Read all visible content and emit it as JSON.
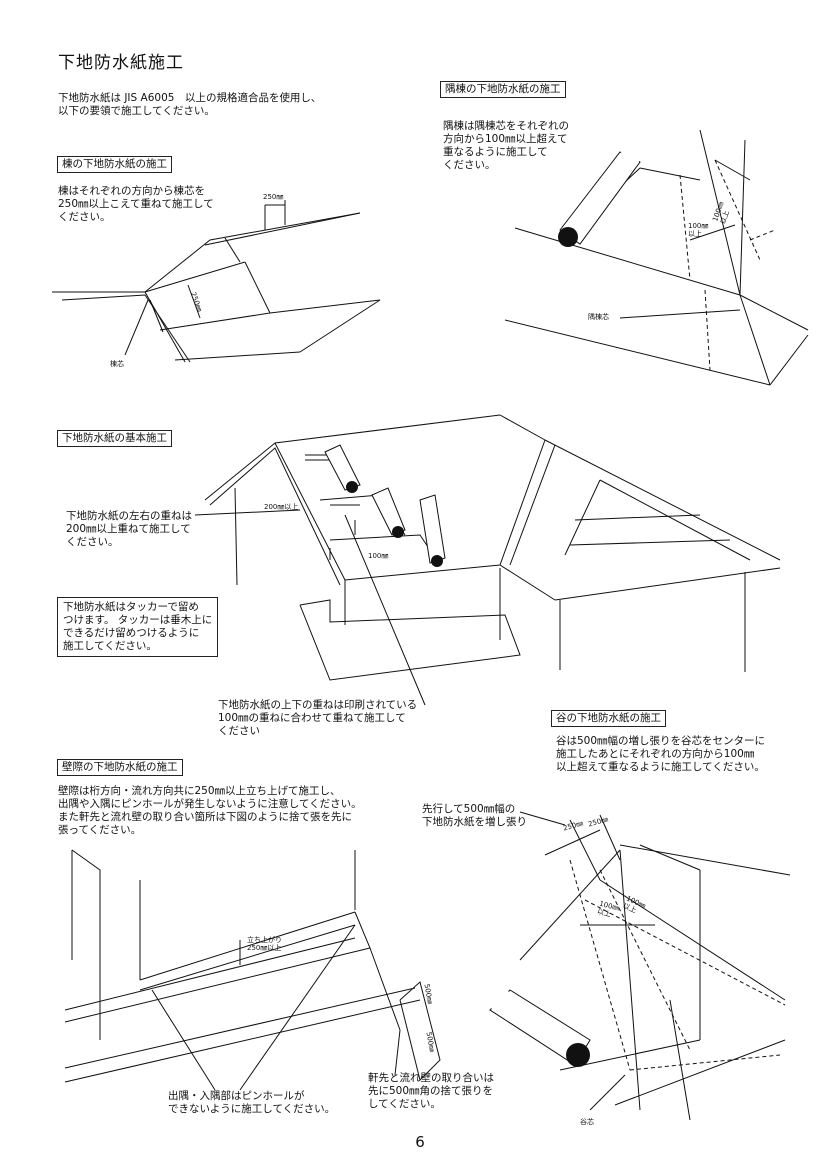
{
  "page": {
    "title": "下地防水紙施工",
    "page_number": "6",
    "intro": "下地防水紙は JIS A6005　以上の規格適合品を使用し、\n以下の要領で施工してください。"
  },
  "ridge": {
    "heading": "棟の下地防水紙の施工",
    "text": "棟はそれぞれの方向から棟芯を\n250㎜以上こえて重ねて施工して\nください。",
    "dim_top": "250㎜",
    "dim_side": "250㎜",
    "label_core": "棟芯"
  },
  "hip": {
    "heading": "隅棟の下地防水紙の施工",
    "text": "隅棟は隅棟芯をそれぞれの\n方向から100㎜以上超えて\n重なるように施工して\nください。",
    "dim_a": "100㎜\n以上",
    "dim_b": "100㎜\n以上",
    "label_core": "隅棟芯"
  },
  "basic": {
    "heading": "下地防水紙の基本施工",
    "text": "下地防水紙の左右の重ねは\n200㎜以上重ねて施工して\nください。",
    "dim_side": "200㎜以上",
    "dim_vert": "100㎜",
    "tacker_note": "下地防水紙はタッカーで留め\nつけます。 タッカーは垂木上に\nできるだけ留めつけるように\n施工してください。",
    "overlap_note": "下地防水紙の上下の重ねは印刷されている\n100㎜の重ねに合わせて重ねて施工して\nください"
  },
  "valley": {
    "heading": "谷の下地防水紙の施工",
    "text": "谷は500㎜幅の増し張りを谷芯をセンターに\n施工したあとにそれぞれの方向から100㎜\n以上超えて重なるように施工してください。",
    "pre_note": "先行して500㎜幅の\n下地防水紙を増し張り",
    "dim_left": "250㎜",
    "dim_right": "250㎜",
    "dim_a": "100㎜\n以上",
    "dim_b": "100㎜\n以上",
    "label_core": "谷芯"
  },
  "wall": {
    "heading": "壁際の下地防水紙の施工",
    "text": "壁際は桁方向・流れ方向共に250㎜以上立ち上げて施工し、\n出隅や入隅にピンホールが発生しないように注意してください。\nまた軒先と流れ壁の取り合い箇所は下図のように捨て張を先に\n張ってください。",
    "dim_rise": "立ち上がり\n250㎜以上",
    "dim_500a": "500㎜",
    "dim_500b": "500㎜",
    "corner_note": "出隅・入隅部はピンホールが\nできないように施工してください。",
    "eave_note": "軒先と流れ壁の取り合いは\n先に500㎜角の捨て張りを\nしてください。"
  }
}
